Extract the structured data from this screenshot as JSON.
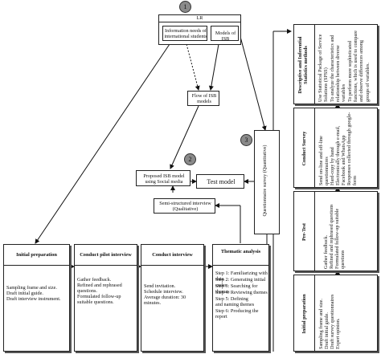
{
  "badges": [
    "1",
    "2",
    "3"
  ],
  "lr": {
    "title": "LR",
    "info_needs": "Information needs of international students",
    "models_isb": "Models of ISB"
  },
  "flow_isb": "Flow of ISB models",
  "proposed_model": "Proposed ISB model using Social media",
  "test_model": "Test model",
  "questionnaire_survey": "Questionnaire survey (Quantitative)",
  "semi_structured": "Semi-structured interview (Qualitative)",
  "qual_steps": [
    {
      "title": "Initial preparation",
      "lines": [
        "Sampling frame and size.",
        "Draft initial guide.",
        "Draft interview instrument."
      ]
    },
    {
      "title": "Conduct pilot interview",
      "lines": [
        "Gather feedback.",
        "Refined and rephrased questions.",
        "Formulated follow-up suitable questions."
      ]
    },
    {
      "title": "Conduct interview",
      "lines": [
        "Send invitation.",
        "Schedule interview.",
        "Average duration: 30 minutes."
      ]
    },
    {
      "title": "Thematic analysis",
      "lines": [
        "Step 1: Familiarizing with data",
        "Step 2: Generating initial codes",
        "Step 3: Searching for themes",
        "Step 4: Reviewing themes",
        "Step 5: Defining and naming themes",
        "Step 6: Producing the report"
      ]
    }
  ],
  "quant_steps": [
    {
      "title": "Initial preparation",
      "lines": [
        "Sampling frame and size.",
        "Draft initial guide.",
        "Draft survey questionnaires",
        "Expert opinion."
      ]
    },
    {
      "title": "Pre-Test",
      "lines": [
        "Gather feedback.",
        "Refined and rephrased questions",
        "Formulated follow-up suitable questions"
      ]
    },
    {
      "title": "Conduct Survey",
      "lines": [
        "Send on-line and off-line questionnaires",
        "Hard-copy by hand",
        "Electronically through e-mail, Facebook and WhatsApp",
        "Responses collected through google-form"
      ]
    },
    {
      "title": "Descriptive and Inferential Statistics methods",
      "lines": [
        "Use Statistical Package of Service Solutions (SPSS)",
        "To analyze the characteristics and relationship between diverse variables",
        "To perform more sophisticated functions, which is used to compare and observe differences among groups of variables."
      ]
    }
  ]
}
